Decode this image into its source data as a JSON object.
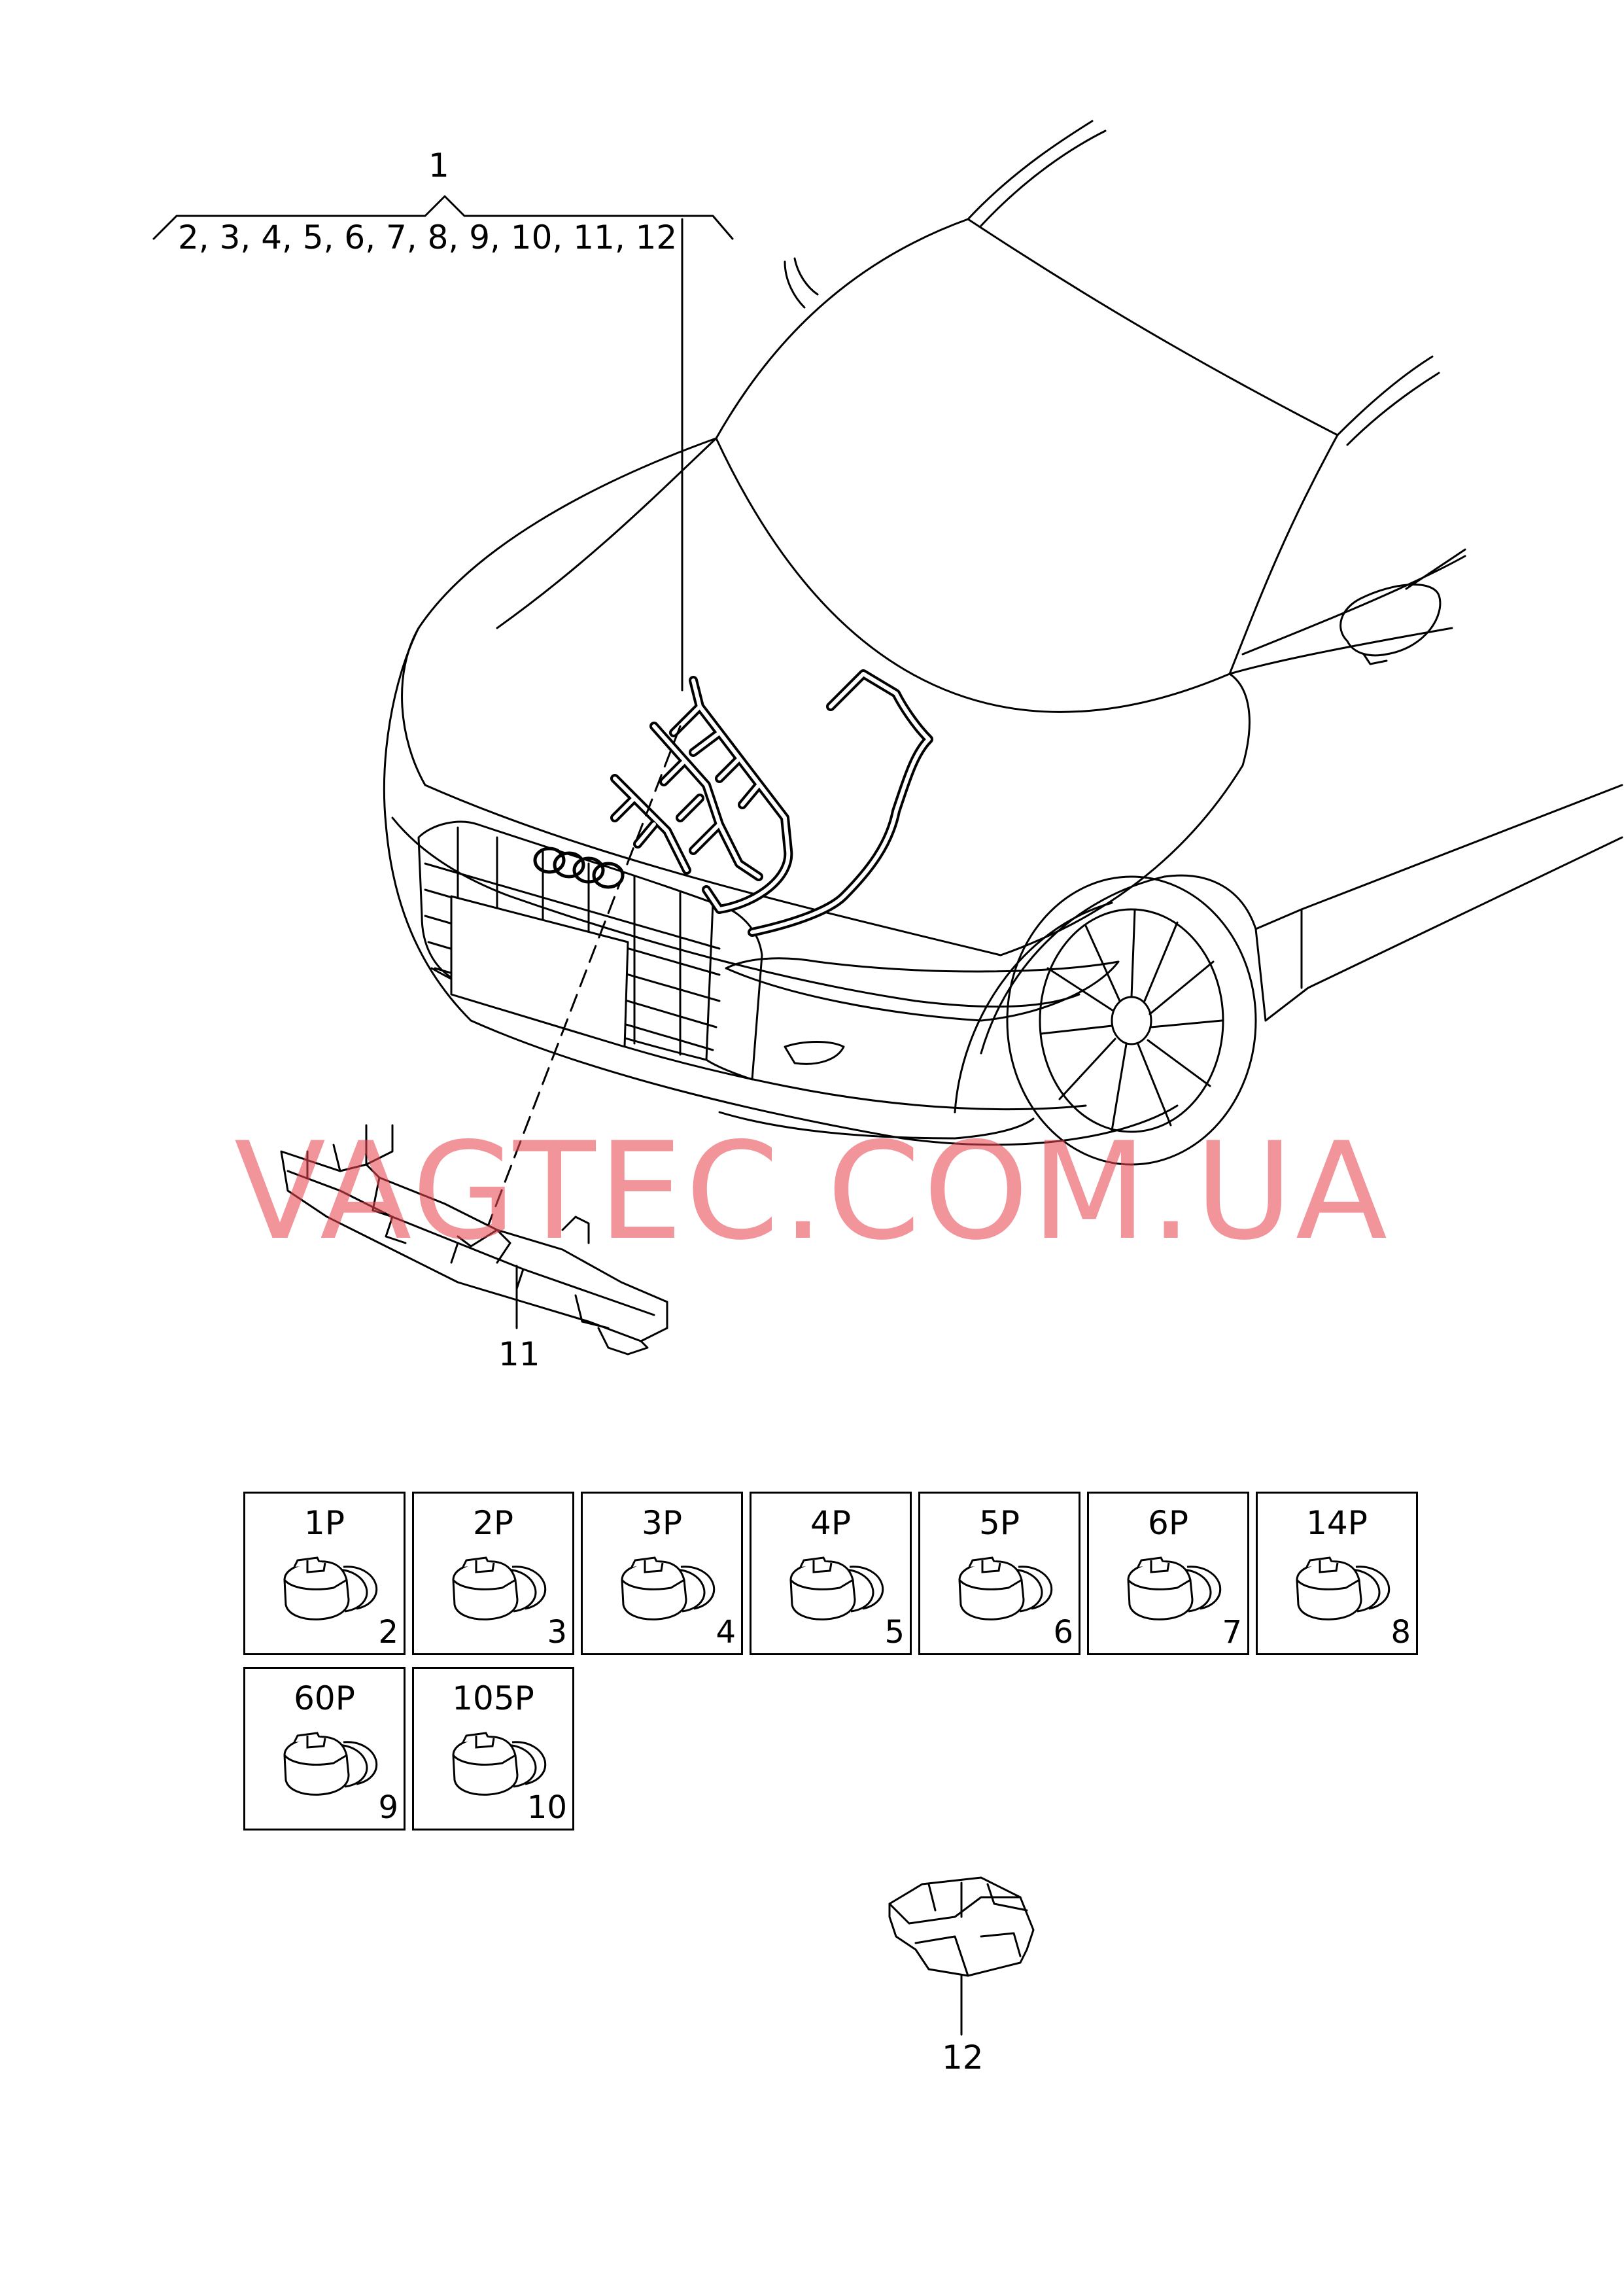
{
  "callout_main": {
    "number": "1",
    "parts_list": "2, 3, 4, 5, 6, 7, 8, 9, 10, 11, 12"
  },
  "callout_clip_bar": "11",
  "callout_clip": "12",
  "watermark": "VAGTEC.COM.UA",
  "watermark_color": "#e84852",
  "connectors": [
    {
      "pins": "1P",
      "number": "2"
    },
    {
      "pins": "2P",
      "number": "3"
    },
    {
      "pins": "3P",
      "number": "4"
    },
    {
      "pins": "4P",
      "number": "5"
    },
    {
      "pins": "5P",
      "number": "6"
    },
    {
      "pins": "6P",
      "number": "7"
    },
    {
      "pins": "14P",
      "number": "8"
    },
    {
      "pins": "60P",
      "number": "9"
    },
    {
      "pins": "105P",
      "number": "10"
    }
  ]
}
